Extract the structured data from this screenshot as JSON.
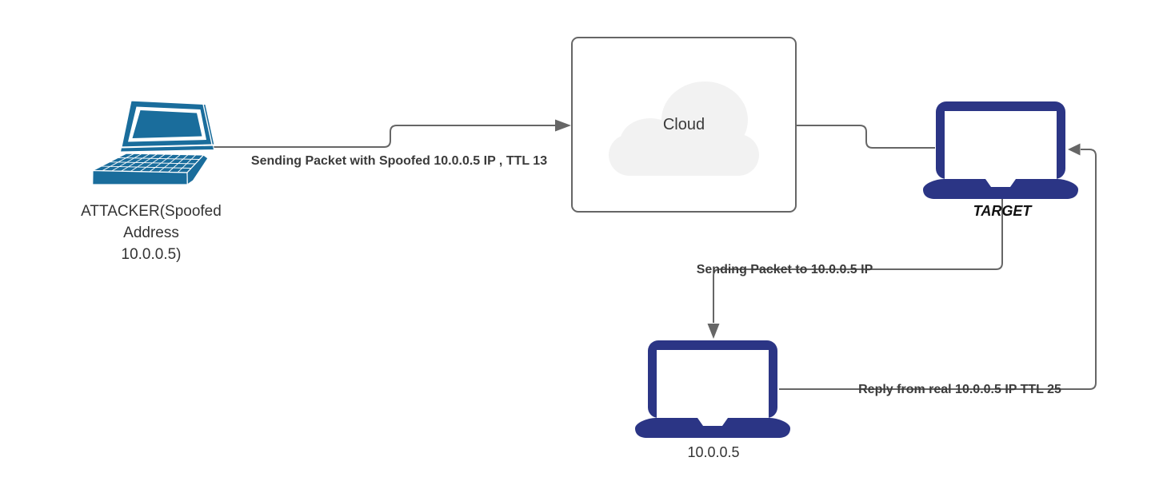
{
  "nodes": {
    "attacker": {
      "label_lines": [
        "ATTACKER(Spoofed",
        "Address",
        "10.0.0.5)"
      ]
    },
    "cloud": {
      "label": "Cloud"
    },
    "target": {
      "label": "TARGET"
    },
    "real_host": {
      "label": "10.0.0.5"
    }
  },
  "edges": {
    "attacker_to_cloud": {
      "label": "Sending Packet with Spoofed 10.0.0.5 IP , TTL 13"
    },
    "target_to_real_host": {
      "label": "Sending Packet to 10.0.0.5 IP"
    },
    "real_host_to_target": {
      "label": "Reply from real 10.0.0.5 IP TTL 25"
    }
  },
  "colors": {
    "connector": "#666666",
    "box_border": "#666666",
    "cloud_fill": "#F2F2F2",
    "attacker_laptop": "#1A6D9C",
    "navy_laptop": "#2B3585",
    "text": "#333333"
  }
}
